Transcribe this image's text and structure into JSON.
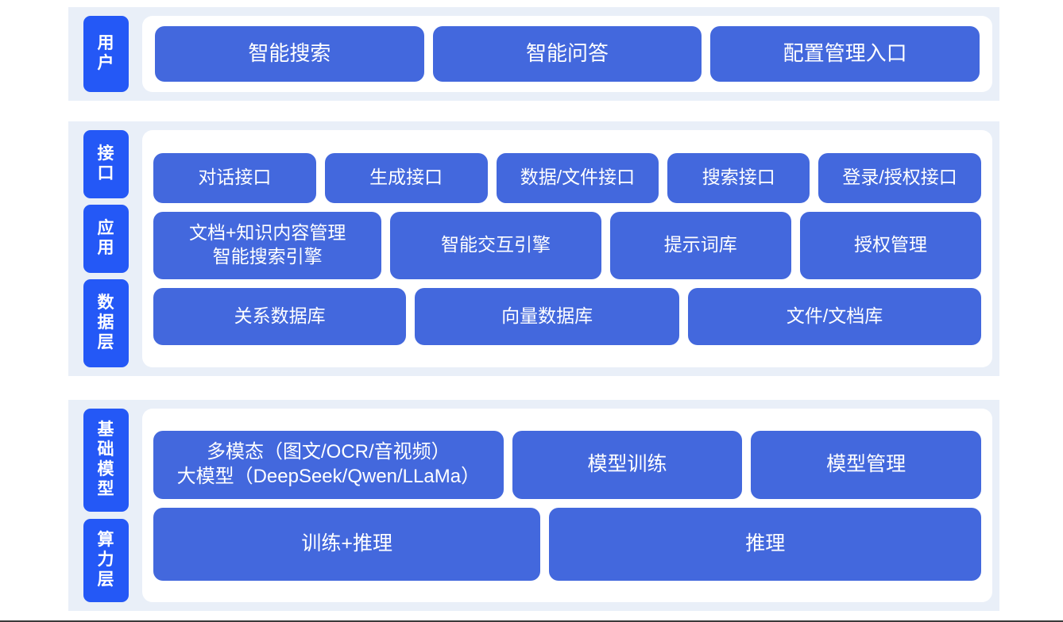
{
  "colors": {
    "band_background": "#e9eff8",
    "card_background": "#ffffff",
    "tier_label_blue": "#2458f6",
    "box_blue": "#4368dd",
    "box_text": "#ffffff",
    "page_background": "#ffffff"
  },
  "diagram": {
    "type": "layered-architecture",
    "bands": [
      {
        "id": "user",
        "labels": [
          "用户"
        ],
        "rows": [
          {
            "id": "user-entries",
            "boxes": [
              {
                "text": "智能搜索",
                "flex": 1
              },
              {
                "text": "智能问答",
                "flex": 1
              },
              {
                "text": "配置管理入口",
                "flex": 1
              }
            ]
          }
        ]
      },
      {
        "id": "middle",
        "labels": [
          "接口",
          "应用",
          "数据层"
        ],
        "rows": [
          {
            "id": "interface",
            "boxes": [
              {
                "text": "对话接口",
                "flex": 1.07
              },
              {
                "text": "生成接口",
                "flex": 1.07
              },
              {
                "text": "数据/文件接口",
                "flex": 1.07
              },
              {
                "text": "搜索接口",
                "flex": 0.92
              },
              {
                "text": "登录/授权接口",
                "flex": 1.07
              }
            ]
          },
          {
            "id": "application",
            "boxes": [
              {
                "text": "文档+知识内容管理\n智能搜索引擎",
                "flex": 1.22,
                "two_line": true
              },
              {
                "text": "智能交互引擎",
                "flex": 1.12
              },
              {
                "text": "提示词库",
                "flex": 0.95
              },
              {
                "text": "授权管理",
                "flex": 0.95
              }
            ]
          },
          {
            "id": "data",
            "boxes": [
              {
                "text": "关系数据库",
                "flex": 1
              },
              {
                "text": "向量数据库",
                "flex": 1.05
              },
              {
                "text": "文件/文档库",
                "flex": 1.17
              }
            ]
          }
        ]
      },
      {
        "id": "base",
        "labels": [
          "基础模型",
          "算力层"
        ],
        "rows": [
          {
            "id": "model",
            "boxes": [
              {
                "text": "多模态（图文/OCR/音视频）\n大模型（DeepSeek/Qwen/LLaMa）",
                "flex": 1.56,
                "two_line": true
              },
              {
                "text": "模型训练",
                "flex": 1
              },
              {
                "text": "模型管理",
                "flex": 1
              }
            ]
          },
          {
            "id": "compute",
            "boxes": [
              {
                "text": "训练+推理",
                "flex": 1
              },
              {
                "text": "推理",
                "flex": 1.12
              }
            ]
          }
        ]
      }
    ]
  }
}
